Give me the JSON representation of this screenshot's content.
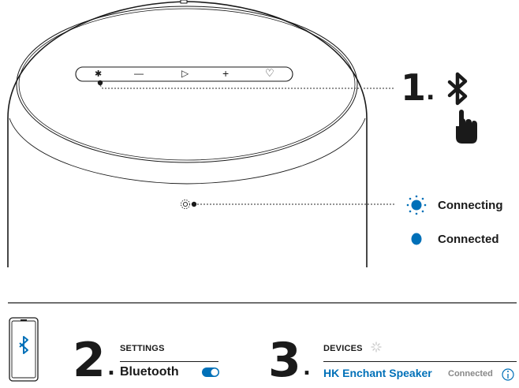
{
  "colors": {
    "accent_blue": "#0070b8",
    "ink": "#1a1a1a",
    "muted": "#888888"
  },
  "speaker": {
    "control_bar": {
      "buttons": [
        {
          "icon": "bluetooth-icon",
          "glyph": "✱"
        },
        {
          "icon": "volume-down-icon",
          "glyph": "—"
        },
        {
          "icon": "play-icon",
          "glyph": "▷"
        },
        {
          "icon": "volume-up-icon",
          "glyph": "+"
        },
        {
          "icon": "favorite-heart-icon",
          "glyph": "♡"
        }
      ]
    },
    "status_led": {
      "icon": "led-indicator-icon"
    }
  },
  "step1": {
    "number": "1",
    "dot": ".",
    "icon": "bluetooth-icon",
    "gesture_icon": "hand-press-icon"
  },
  "legend": [
    {
      "icon": "led-blinking-icon",
      "label": "Connecting"
    },
    {
      "icon": "led-solid-icon",
      "label": "Connected"
    }
  ],
  "step2": {
    "number": "2",
    "dot": ".",
    "phone_icon": "smartphone-bluetooth-icon",
    "section": "SETTINGS",
    "item_label": "Bluetooth",
    "toggle_state": "on"
  },
  "step3": {
    "number": "3",
    "dot": ".",
    "section": "DEVICES",
    "spinner_icon": "loading-spinner-icon",
    "device_name": "HK Enchant Speaker",
    "device_status": "Connected",
    "info_icon": "info-icon"
  }
}
